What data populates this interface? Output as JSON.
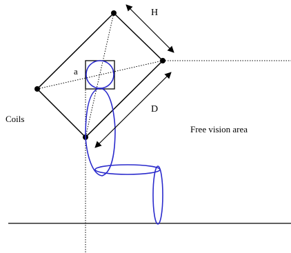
{
  "labels": {
    "h": "H",
    "a": "a",
    "d": "D",
    "coils": "Coils",
    "free_vision": "Free vision area"
  },
  "colors": {
    "line": "#000000",
    "figure": "#2a2acc",
    "background": "#ffffff"
  }
}
